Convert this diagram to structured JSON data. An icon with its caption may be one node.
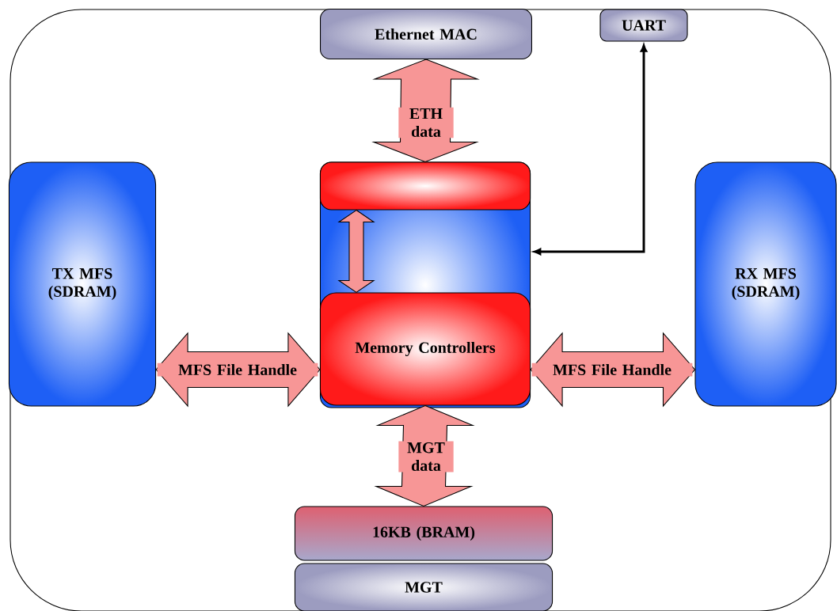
{
  "diagram": {
    "nodes": [
      {
        "text": [],
        "shape": "box"
      },
      {
        "text": [
          "Ethernet MAC"
        ],
        "in": 0
      },
      {
        "text": [
          "UART"
        ],
        "in": 0
      },
      {
        "text": [],
        "shape": "box",
        "in": 0
      },
      {
        "text": [],
        "shape": "box",
        "in": 3
      },
      {
        "text": [
          "TX MFS (SDRAM)"
        ],
        "in": 0
      },
      {
        "text": [
          "Memory Controllers"
        ],
        "in": 3
      },
      {
        "text": [
          "RX MFS (SDRAM)"
        ],
        "in": 0
      },
      {
        "text": [
          "16KB (BRAM)"
        ],
        "in": 0
      },
      {
        "text": [
          "MGT"
        ],
        "in": 0
      }
    ],
    "edges": [
      {
        "from": 1,
        "to": 4,
        "arrow": "both",
        "label": "ETH data"
      },
      {
        "from": 3,
        "to": 2,
        "arrow": "both",
        "color": "#000000"
      },
      {
        "from": 4,
        "to": 6,
        "arrow": "both"
      },
      {
        "from": 5,
        "to": 6,
        "arrow": "both",
        "label": "MFS File Handle"
      },
      {
        "from": 6,
        "to": 7,
        "arrow": "both",
        "label": "MFS File Handle"
      },
      {
        "from": 6,
        "to": 8,
        "arrow": "both",
        "label": "MGT data"
      }
    ]
  }
}
